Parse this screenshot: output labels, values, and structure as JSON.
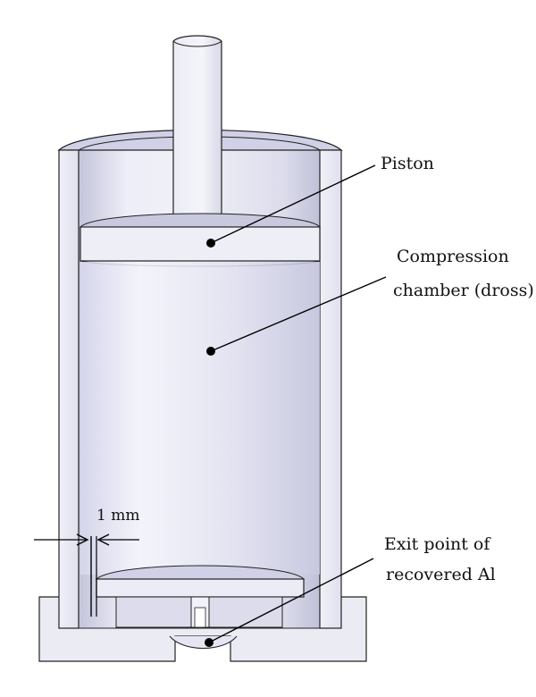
{
  "labels": {
    "piston": "Piston",
    "chamber_line1": "Compression",
    "chamber_line2": "chamber (dross)",
    "exit_line1": "Exit point of",
    "exit_line2": "recovered Al",
    "gap": "1 mm"
  },
  "colors": {
    "outline": "#222222",
    "body_light": "#ebebf7",
    "body_mid": "#d4d4ea",
    "body_dark": "#b8b8d4",
    "annotation": "#000000"
  }
}
